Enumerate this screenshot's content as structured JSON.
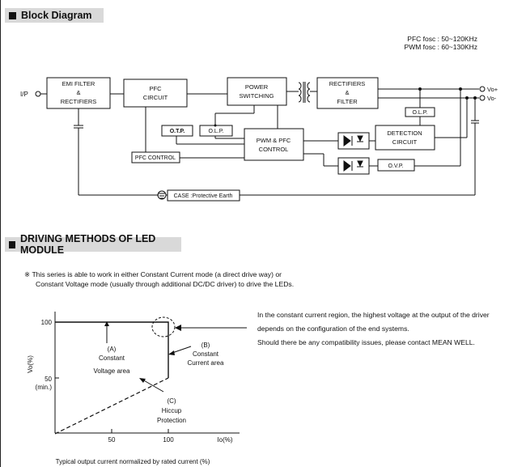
{
  "block_diagram": {
    "header": "Block Diagram",
    "freq_pfc": "PFC fosc : 50~120KHz",
    "freq_pwm": "PWM fosc : 60~130KHz",
    "input_label": "I/P",
    "emi_filter": [
      "EMI FILTER",
      "&",
      "RECTIFIERS"
    ],
    "pfc_circuit": [
      "PFC",
      "CIRCUIT"
    ],
    "power_switching": [
      "POWER",
      "SWITCHING"
    ],
    "rectifiers_filter": [
      "RECTIFIERS",
      "&",
      "FILTER"
    ],
    "otp": "O.T.P.",
    "olp_left": "O.L.P.",
    "olp_right": "O.L.P.",
    "pwm_pfc": [
      "PWM & PFC",
      "CONTROL"
    ],
    "detection": [
      "DETECTION",
      "CIRCUIT"
    ],
    "ovp": "O.V.P.",
    "pfc_control": "PFC CONTROL",
    "case_label": "CASE :Protective Earth",
    "vo_plus": "Vo+",
    "vo_minus": "Vo-"
  },
  "driving": {
    "header": "DRIVING METHODS OF LED MODULE",
    "note_symbol": "※",
    "note_line1": "This series is able to work in either Constant Current mode (a direct drive way) or",
    "note_line2": "Constant Voltage mode (usually through additional DC/DC driver) to drive the LEDs.",
    "desc_line1": "In the constant current region, the highest voltage at the output of the driver",
    "desc_line2": "depends on the configuration of the end systems.",
    "desc_line3": "Should there be any compatibility issues, please contact MEAN WELL."
  },
  "chart_data": {
    "type": "line",
    "xlabel": "Io(%)",
    "ylabel": "Vo(%)",
    "x_ticks": [
      "50",
      "100"
    ],
    "y_ticks": [
      "100",
      "50",
      "(min.)"
    ],
    "caption": "Typical output current normalized by rated current (%)",
    "series": [
      {
        "x": [
          0,
          100,
          100
        ],
        "y": [
          100,
          100,
          50
        ],
        "style": "solid"
      },
      {
        "x": [
          0,
          100
        ],
        "y": [
          0,
          50
        ],
        "style": "dashed"
      }
    ],
    "annotations": {
      "a": [
        "(A)",
        "Constant",
        "Voltage area"
      ],
      "b": [
        "(B)",
        "Constant",
        "Current area"
      ],
      "c": [
        "(C)",
        "Hiccup",
        "Protection"
      ]
    }
  }
}
